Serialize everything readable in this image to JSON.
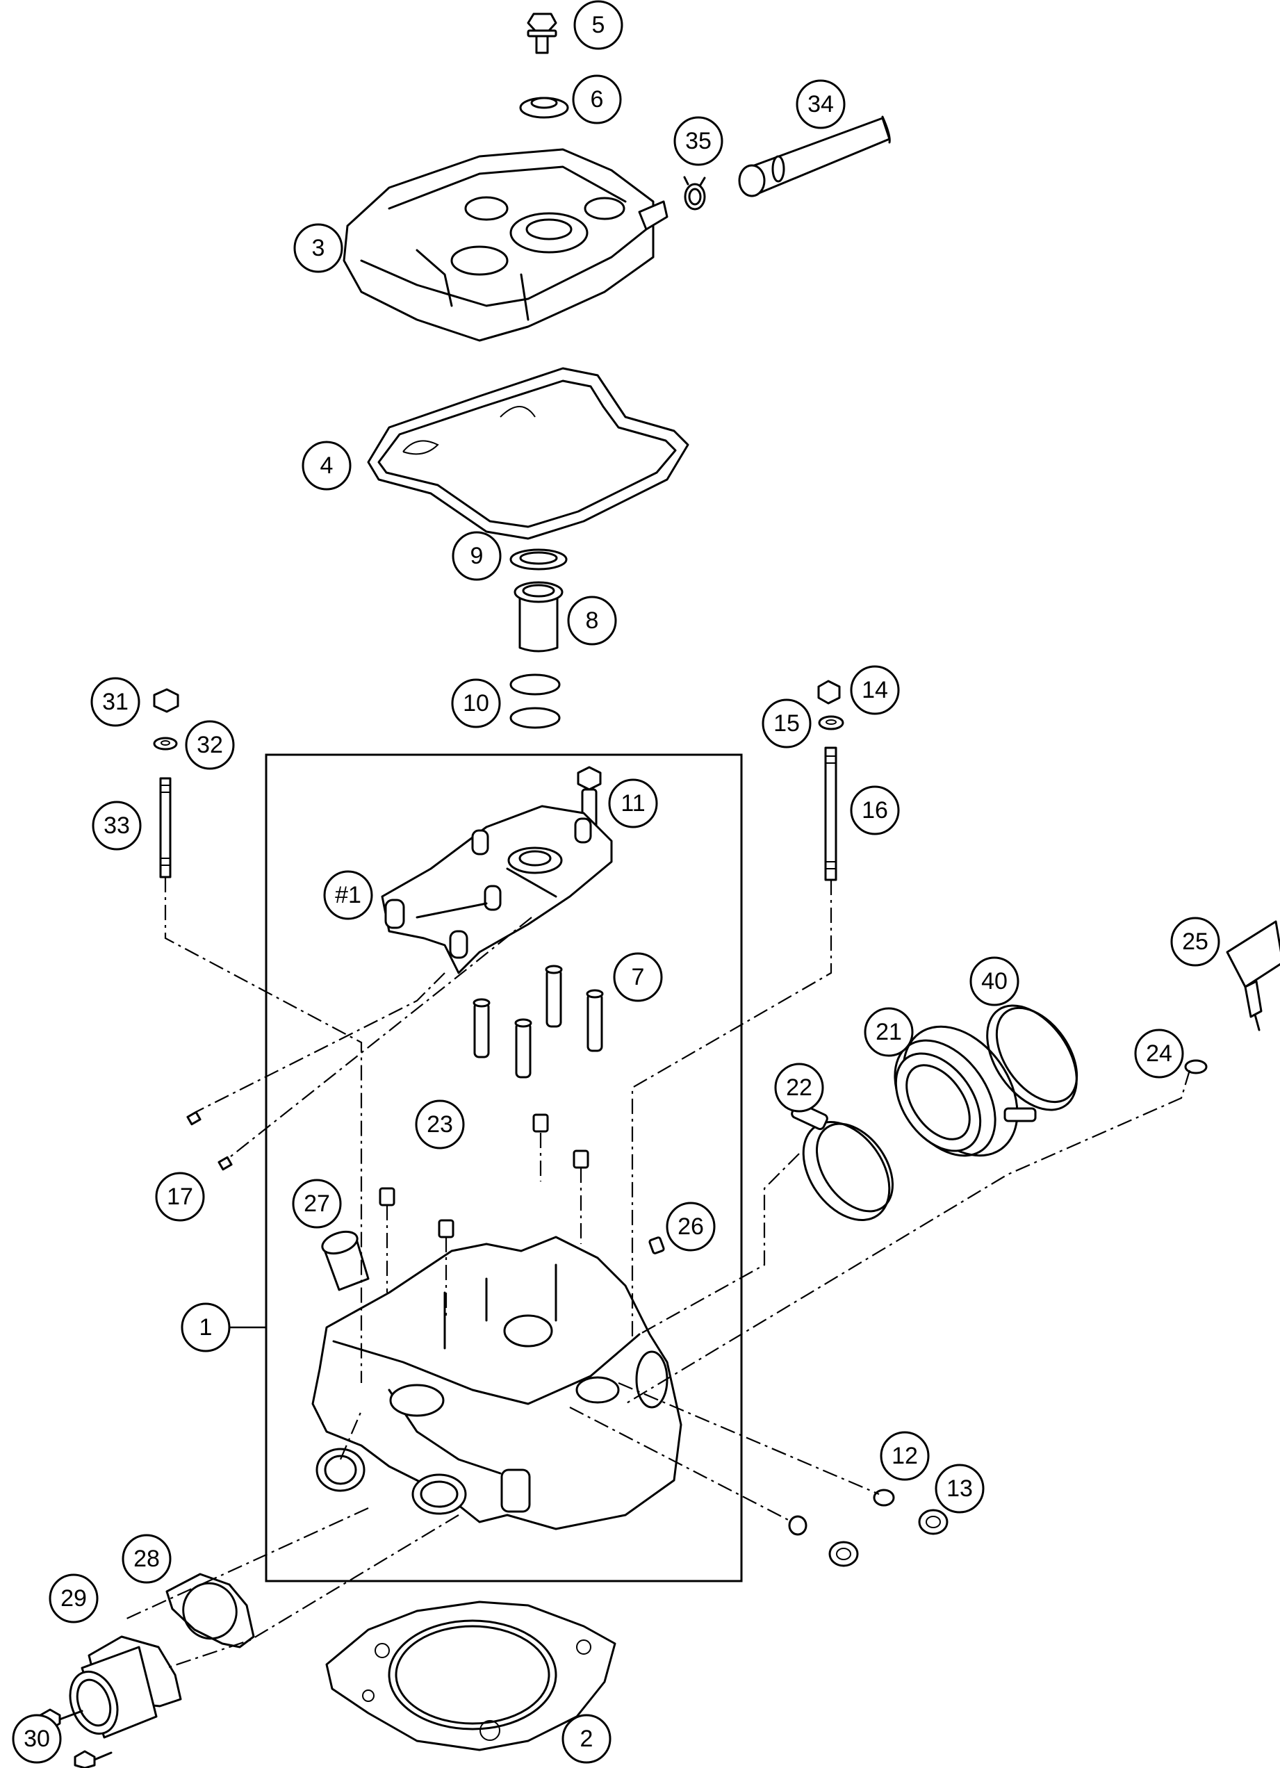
{
  "diagram": {
    "callouts": [
      "1",
      "2",
      "3",
      "4",
      "5",
      "6",
      "7",
      "8",
      "9",
      "10",
      "11",
      "12",
      "13",
      "14",
      "15",
      "16",
      "17",
      "21",
      "22",
      "23",
      "24",
      "25",
      "26",
      "27",
      "28",
      "29",
      "30",
      "31",
      "32",
      "33",
      "34",
      "35",
      "40",
      "#1"
    ]
  }
}
